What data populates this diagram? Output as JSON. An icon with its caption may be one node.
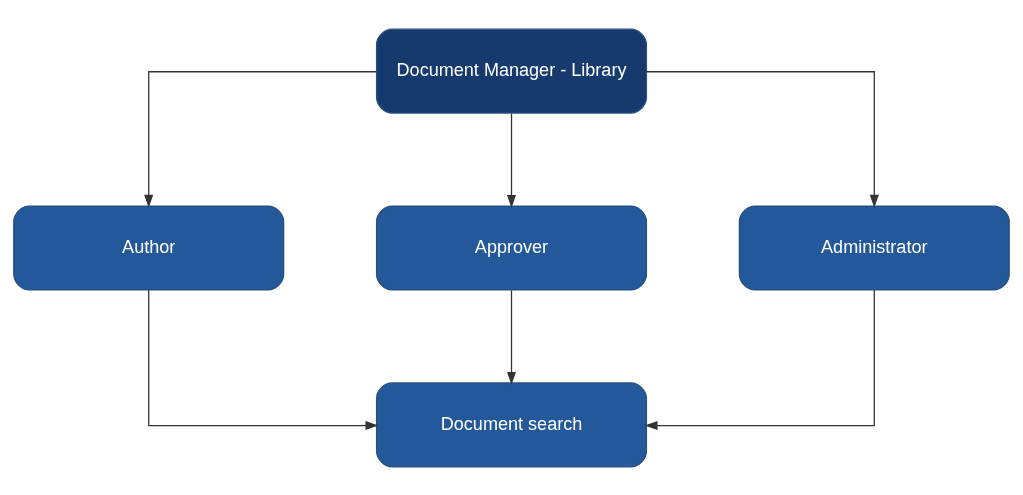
{
  "diagram": {
    "nodes": [
      {
        "text": [
          "Document Manager - Library"
        ]
      },
      {
        "text": [
          "Author"
        ]
      },
      {
        "text": [
          "Approver"
        ]
      },
      {
        "text": [
          "Administrator"
        ]
      },
      {
        "text": [
          "Document search"
        ]
      }
    ],
    "edges": [
      {
        "from": 0,
        "to": 1,
        "arrow": "to"
      },
      {
        "from": 0,
        "to": 2,
        "arrow": "to"
      },
      {
        "from": 0,
        "to": 3,
        "arrow": "to"
      },
      {
        "from": 1,
        "to": 4,
        "arrow": "to"
      },
      {
        "from": 2,
        "to": 4,
        "arrow": "to"
      },
      {
        "from": 3,
        "to": 4,
        "arrow": "to"
      }
    ]
  }
}
